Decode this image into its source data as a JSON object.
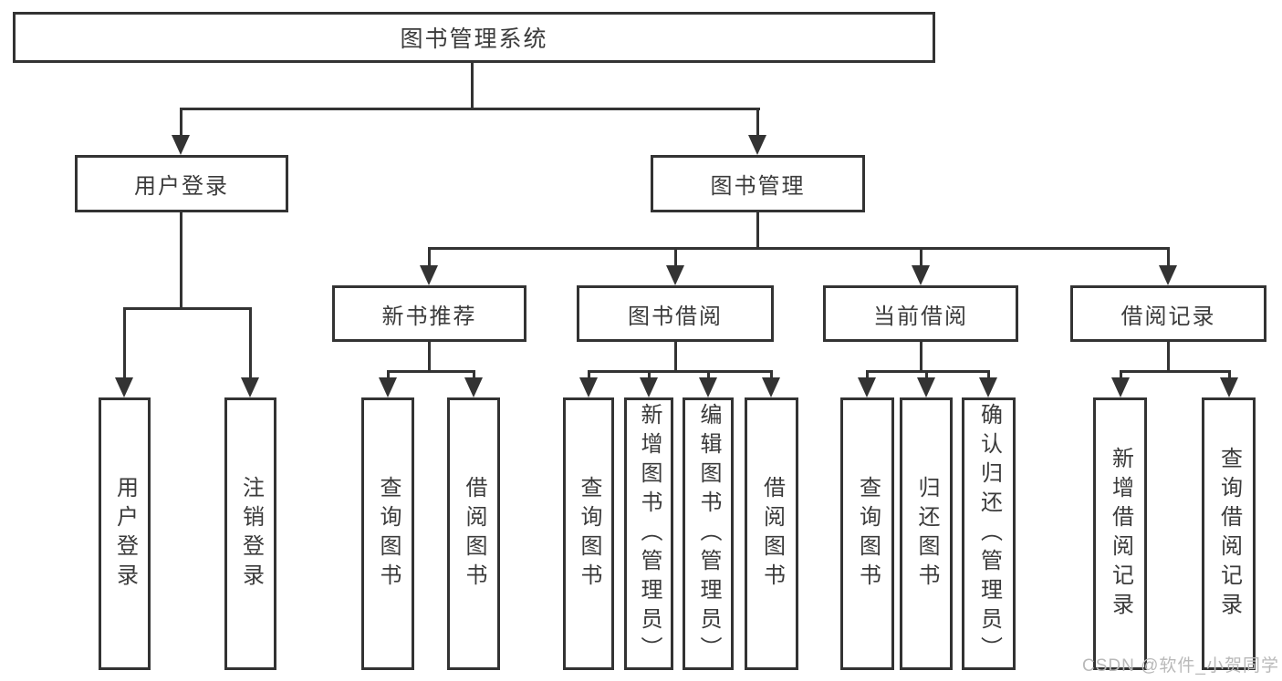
{
  "diagram_title": "图书管理系统",
  "watermark": "CSDN @软件_小贺同学",
  "colors": {
    "line": "#333333",
    "text": "#3b3b3b",
    "background": "#ffffff",
    "watermark": "#b9b9b9"
  },
  "nodes": {
    "root": "图书管理系统",
    "level2": [
      {
        "label": "用户登录"
      },
      {
        "label": "图书管理"
      }
    ],
    "level3": [
      {
        "label": "新书推荐"
      },
      {
        "label": "图书借阅"
      },
      {
        "label": "当前借阅"
      },
      {
        "label": "借阅记录"
      }
    ],
    "leaves": [
      {
        "label": "用户登录"
      },
      {
        "label": "注销登录"
      },
      {
        "label": "查询图书"
      },
      {
        "label": "借阅图书"
      },
      {
        "label": "查询图书"
      },
      {
        "label": "新增图书（管理员）"
      },
      {
        "label": "编辑图书（管理员）"
      },
      {
        "label": "借阅图书"
      },
      {
        "label": "查询图书"
      },
      {
        "label": "归还图书"
      },
      {
        "label": "确认归还（管理员）"
      },
      {
        "label": "新增借阅记录"
      },
      {
        "label": "查询借阅记录"
      }
    ]
  }
}
